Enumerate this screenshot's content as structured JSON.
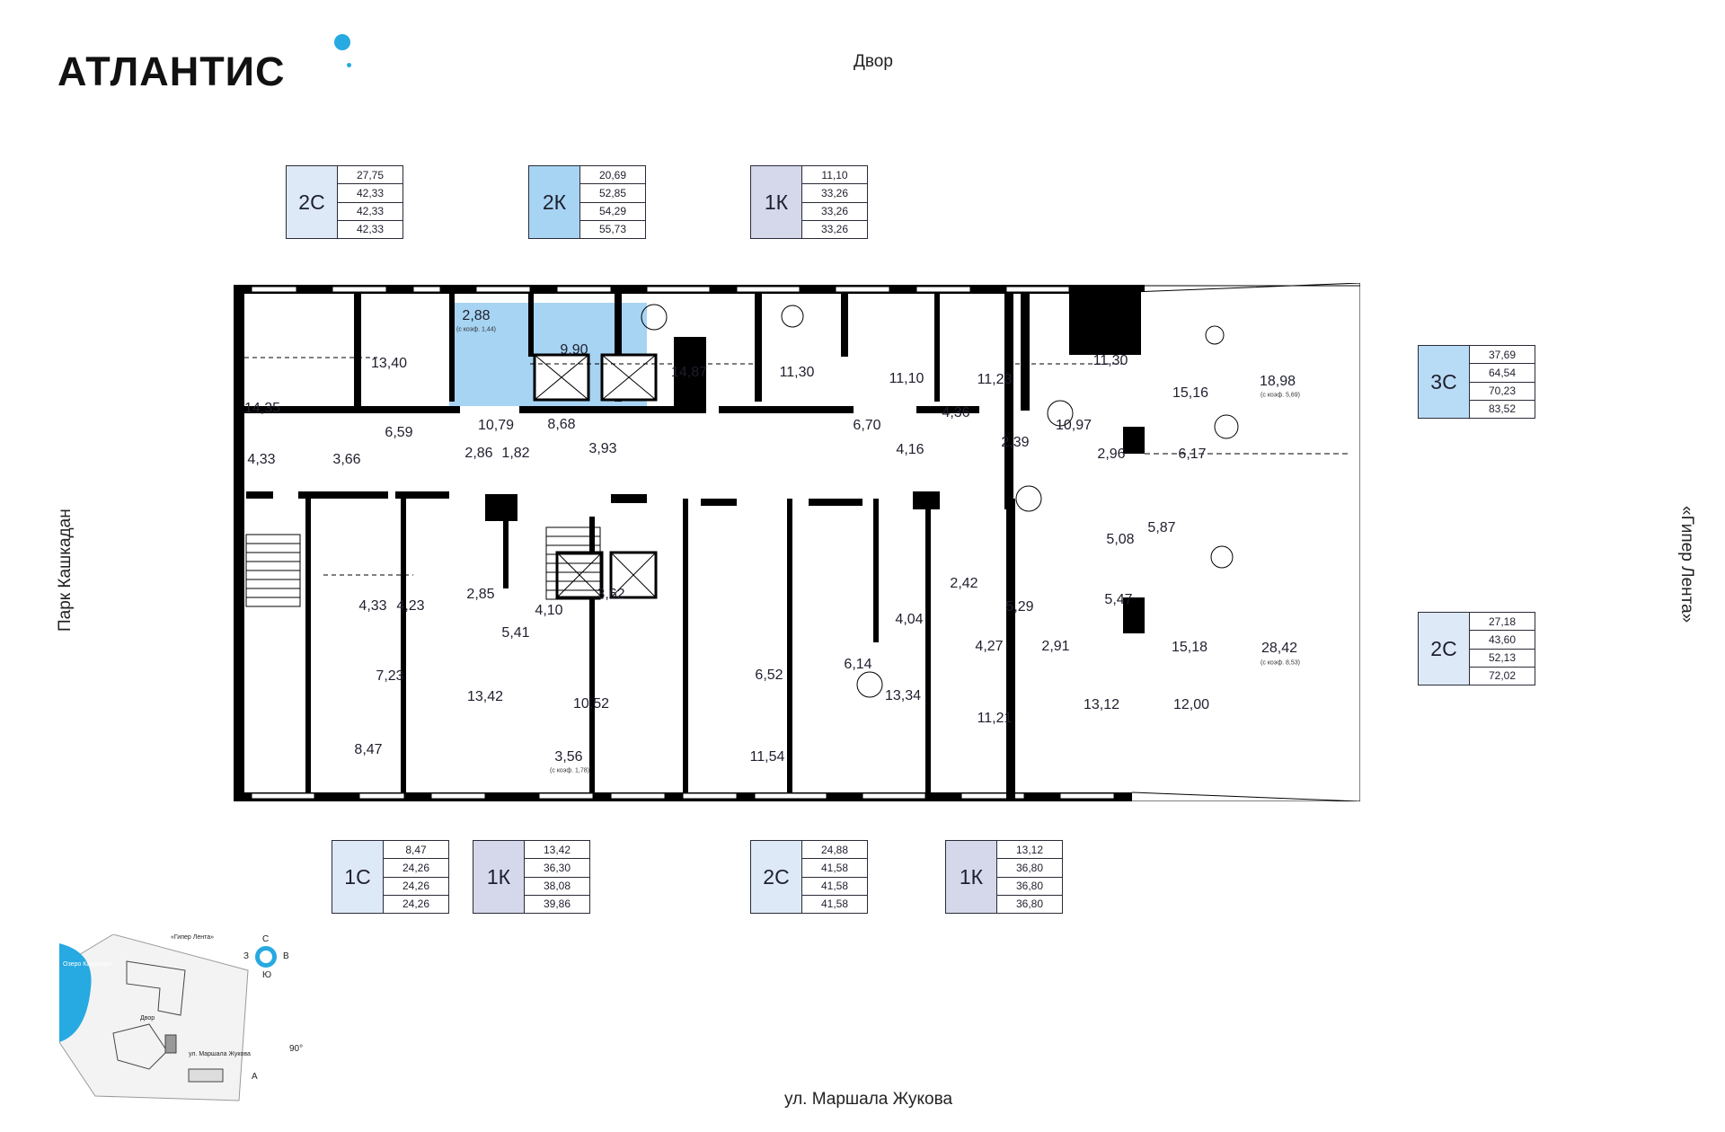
{
  "brand": {
    "logo_text": "АТЛАНТИС"
  },
  "labels": {
    "top": "Двор",
    "bottom": "ул. Маршала Жукова",
    "left": "Парк Кашкадан",
    "right": "«Гипер Лента»"
  },
  "colors": {
    "accent": "#27a9e1",
    "wall": "#000000",
    "selected_apartment": "#a7d4f3"
  },
  "cards": [
    {
      "type": "2С",
      "values": [
        "27,75",
        "42,33",
        "42,33",
        "42,33"
      ]
    },
    {
      "type": "2К",
      "values": [
        "20,69",
        "52,85",
        "54,29",
        "55,73"
      ]
    },
    {
      "type": "1К",
      "values": [
        "11,10",
        "33,26",
        "33,26",
        "33,26"
      ]
    },
    {
      "type": "3С",
      "values": [
        "37,69",
        "64,54",
        "70,23",
        "83,52"
      ]
    },
    {
      "type": "2С",
      "values": [
        "27,18",
        "43,60",
        "52,13",
        "72,02"
      ]
    },
    {
      "type": "1С",
      "values": [
        "8,47",
        "24,26",
        "24,26",
        "24,26"
      ]
    },
    {
      "type": "1К",
      "values": [
        "13,42",
        "36,30",
        "38,08",
        "39,86"
      ]
    },
    {
      "type": "2С",
      "values": [
        "24,88",
        "41,58",
        "41,58",
        "41,58"
      ]
    },
    {
      "type": "1К",
      "values": [
        "13,12",
        "36,80",
        "36,80",
        "36,80"
      ]
    }
  ],
  "rooms_top": [
    "2,88",
    "14,35",
    "13,40",
    "6,59",
    "4,33",
    "3,66",
    "10,79",
    "2,86",
    "1,82",
    "9,90",
    "8,68",
    "3,93",
    "14,87",
    "11,30",
    "6,70",
    "11,10",
    "4,16",
    "4,36",
    "11,23",
    "2,39",
    "10,97",
    "11,30",
    "2,96",
    "15,16",
    "6,17",
    "18,98"
  ],
  "rooms_bottom": [
    "5,87",
    "5,08",
    "4,33",
    "4,23",
    "2,85",
    "4,10",
    "3,62",
    "5,41",
    "7,23",
    "13,42",
    "10,52",
    "8,47",
    "3,56",
    "2,42",
    "4,04",
    "6,52",
    "6,14",
    "5,29",
    "4,27",
    "2,91",
    "5,47",
    "15,18",
    "28,42",
    "13,34",
    "11,54",
    "11,21",
    "13,12",
    "12,00"
  ],
  "coefs": [
    "(с коэф. 1,44)",
    "(с коэф. 5,69)",
    "(с коэф. 8,53)",
    "(с коэф. 1,78)"
  ],
  "site_map": {
    "lake": "Озеро Кашкадан",
    "road_ne": "«Гипер Лента»",
    "yard": "Двор",
    "street": "ул. Маршала Жукова",
    "building": "А",
    "rotation": "90°",
    "compass": {
      "n": "С",
      "s": "Ю",
      "w": "З",
      "e": "В"
    }
  }
}
